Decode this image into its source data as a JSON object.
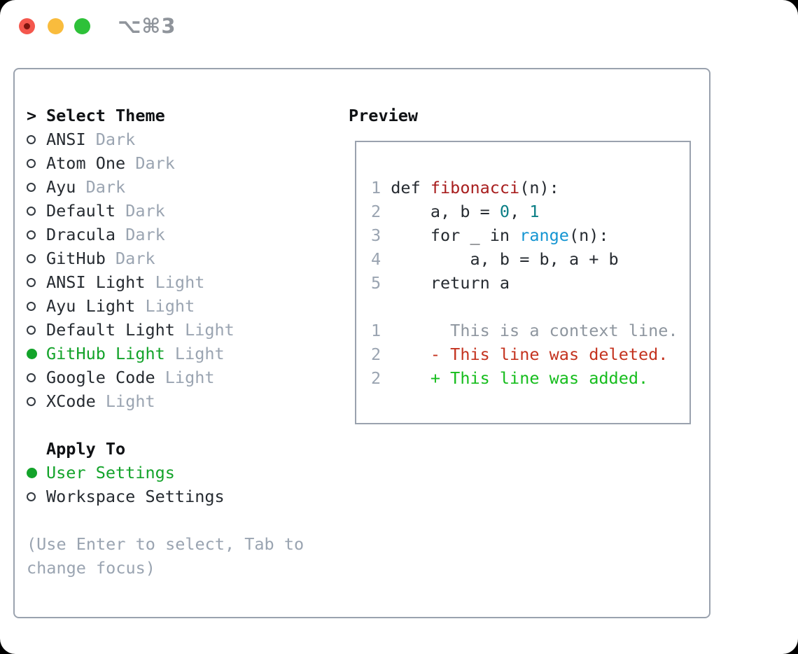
{
  "window": {
    "title": "⌥⌘3",
    "traffic_lights": [
      "close",
      "minimize",
      "zoom"
    ]
  },
  "theme_panel": {
    "header": {
      "prompt": ">",
      "label": "Select Theme"
    },
    "themes": [
      {
        "name": "ANSI",
        "variant": "Dark",
        "selected": false
      },
      {
        "name": "Atom One",
        "variant": "Dark",
        "selected": false
      },
      {
        "name": "Ayu",
        "variant": "Dark",
        "selected": false
      },
      {
        "name": "Default",
        "variant": "Dark",
        "selected": false
      },
      {
        "name": "Dracula",
        "variant": "Dark",
        "selected": false
      },
      {
        "name": "GitHub",
        "variant": "Dark",
        "selected": false
      },
      {
        "name": "ANSI Light",
        "variant": "Light",
        "selected": false
      },
      {
        "name": "Ayu Light",
        "variant": "Light",
        "selected": false
      },
      {
        "name": "Default Light",
        "variant": "Light",
        "selected": false
      },
      {
        "name": "GitHub Light",
        "variant": "Light",
        "selected": true
      },
      {
        "name": "Google Code",
        "variant": "Light",
        "selected": false
      },
      {
        "name": "XCode",
        "variant": "Light",
        "selected": false
      }
    ],
    "apply_to": {
      "label": "Apply To",
      "options": [
        {
          "name": "User Settings",
          "selected": true
        },
        {
          "name": "Workspace Settings",
          "selected": false
        }
      ]
    },
    "help": [
      "(Use Enter to select, Tab to",
      "change focus)"
    ]
  },
  "preview": {
    "header": "Preview",
    "lines": [
      {
        "kind": "code",
        "num": "1",
        "tokens": [
          {
            "type": "plain",
            "text": "def "
          },
          {
            "type": "func",
            "text": "fibonacci"
          },
          {
            "type": "plain",
            "text": "(n):"
          }
        ]
      },
      {
        "kind": "code",
        "num": "2",
        "tokens": [
          {
            "type": "plain",
            "text": "    a, b = "
          },
          {
            "type": "num",
            "text": "0"
          },
          {
            "type": "plain",
            "text": ", "
          },
          {
            "type": "num",
            "text": "1"
          }
        ]
      },
      {
        "kind": "code",
        "num": "3",
        "tokens": [
          {
            "type": "plain",
            "text": "    for _ in "
          },
          {
            "type": "builtin",
            "text": "range"
          },
          {
            "type": "plain",
            "text": "(n):"
          }
        ]
      },
      {
        "kind": "code",
        "num": "4",
        "tokens": [
          {
            "type": "plain",
            "text": "        a, b = b, a + b"
          }
        ]
      },
      {
        "kind": "code",
        "num": "5",
        "tokens": [
          {
            "type": "plain",
            "text": "    return a"
          }
        ]
      },
      {
        "kind": "blank",
        "num": "",
        "tokens": []
      },
      {
        "kind": "context",
        "num": "1",
        "tokens": [
          {
            "type": "context",
            "text": "      This is a context line."
          }
        ]
      },
      {
        "kind": "deleted",
        "num": "2",
        "tokens": [
          {
            "type": "deleted",
            "text": "    - This line was deleted."
          }
        ]
      },
      {
        "kind": "added",
        "num": "2",
        "tokens": [
          {
            "type": "added",
            "text": "    + This line was added."
          }
        ]
      }
    ]
  },
  "colors": {
    "accent-green": "#13a32a",
    "added-green": "#16bd1d",
    "deleted-red": "#c4331f",
    "function-red": "#a81e1e",
    "number-teal": "#0c7f86",
    "builtin-blue": "#1495d2",
    "muted-gray": "#9aa4b1",
    "context-gray": "#8e969f",
    "ink": "#262b31",
    "bold-ink": "#101215",
    "border-gray": "#9aa2ae",
    "title-gray": "#8f949b",
    "traffic-red": "#f4574d",
    "traffic-red-dot": "#7e150e",
    "traffic-yellow": "#f9bc3d",
    "traffic-green": "#2ec139"
  }
}
